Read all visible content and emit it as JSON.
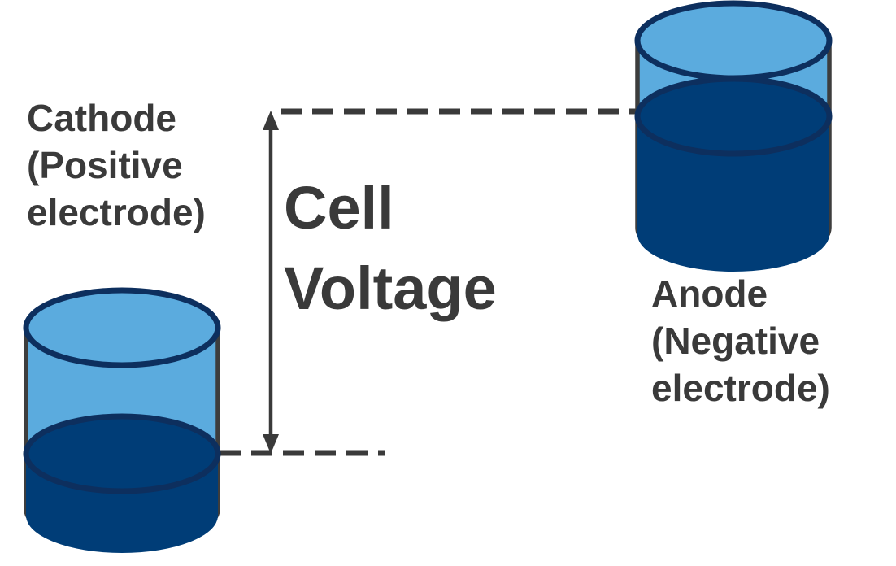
{
  "diagram": {
    "labels": {
      "cathode": "Cathode\n(Positive\nelectrode)",
      "cell_voltage": "Cell\nVoltage",
      "anode": "Anode\n(Negative\nelectrode)"
    },
    "colors": {
      "electrolyte_light_blue": "#5BABDE",
      "electrode_dark_blue": "#003D77",
      "ellipse_outline_navy": "#0D2F5E",
      "container_outline_gray": "#3D3D3D",
      "text_gray": "#3A3A3A",
      "background": "#FFFFFF"
    }
  }
}
